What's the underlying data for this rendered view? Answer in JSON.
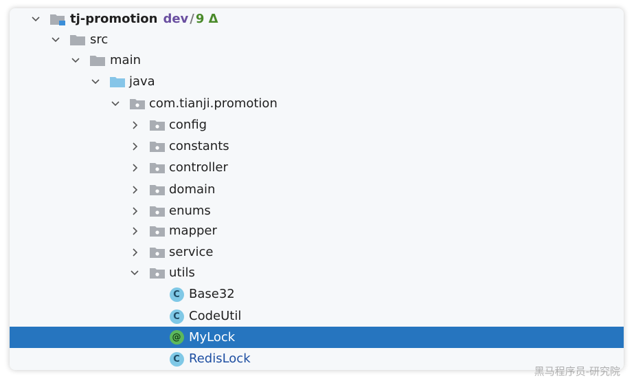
{
  "tree": {
    "root": {
      "name": "tj-promotion",
      "branch": "dev",
      "separator": "/",
      "changes": "9 Δ"
    },
    "src": "src",
    "main": "main",
    "java": "java",
    "package": "com.tianji.promotion",
    "subpackages": [
      "config",
      "constants",
      "controller",
      "domain",
      "enums",
      "mapper",
      "service",
      "utils"
    ],
    "files": [
      {
        "name": "Base32",
        "icon": "class-icon",
        "glyph": "C"
      },
      {
        "name": "CodeUtil",
        "icon": "class-icon",
        "glyph": "C"
      },
      {
        "name": "MyLock",
        "icon": "annotation-icon",
        "glyph": "@"
      },
      {
        "name": "RedisLock",
        "icon": "class-icon",
        "glyph": "C"
      }
    ]
  },
  "selected": "MyLock",
  "colors": {
    "panel_bg": "#f6f8fa",
    "selection": "#2675bf",
    "folder_gray": "#a9adb3",
    "source_folder": "#86c5e8",
    "class_icon": "#7fc8e6",
    "annotation_icon": "#5cb85c",
    "branch_text": "#6a4fa0",
    "changes_text": "#4a8a2a"
  },
  "watermark": "黑马程序员-研究院"
}
